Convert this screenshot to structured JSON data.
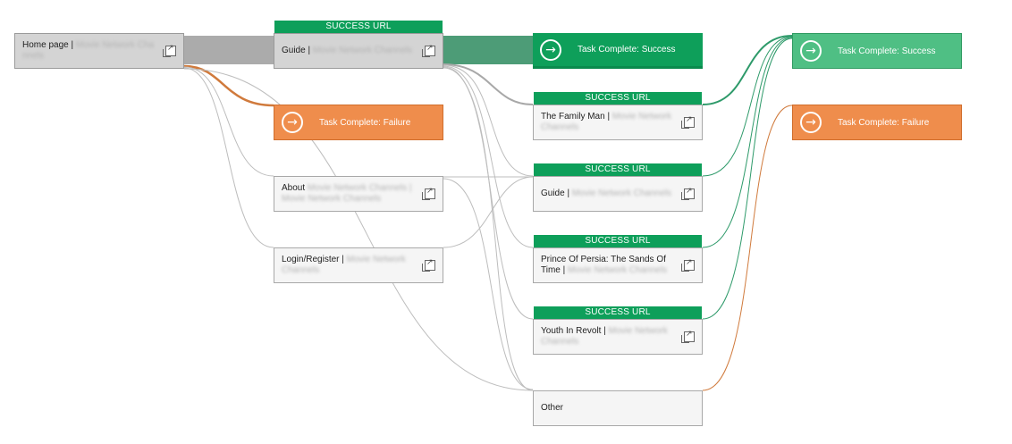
{
  "nodes": {
    "home": {
      "label": "Home page |",
      "blur": "Movie Network Cha nnels"
    },
    "guide_main": {
      "label": "Guide |",
      "blur": "Movie Network Channels",
      "tag": "SUCCESS URL"
    },
    "failure_1": {
      "label": "Task Complete: Failure"
    },
    "about": {
      "label": "About",
      "blur": "Movie Network Channels | Movie Network Channels"
    },
    "login": {
      "label": "Login/Register |",
      "blur": "Movie Network Channels"
    },
    "success_1": {
      "label": "Task Complete: Success"
    },
    "family_man": {
      "label": "The Family Man |",
      "blur": "Movie Network Channels",
      "tag": "SUCCESS URL"
    },
    "guide_2": {
      "label": "Guide |",
      "blur": "Movie Network Channels",
      "tag": "SUCCESS URL"
    },
    "prince": {
      "label": "Prince Of Persia: The Sands Of Time |",
      "blur": "Movie Network Channels",
      "tag": "SUCCESS URL"
    },
    "youth": {
      "label": "Youth In Revolt |",
      "blur": "Movie Network Channels",
      "tag": "SUCCESS URL"
    },
    "other": {
      "label": "Other"
    },
    "success_final": {
      "label": "Task Complete: Success"
    },
    "failure_final": {
      "label": "Task Complete: Failure"
    }
  },
  "icons": {
    "external_link": "external-link-icon",
    "arrow": "arrow-right-circle-icon"
  },
  "colors": {
    "success": "#0e9f5a",
    "success_light": "#4fbf84",
    "failure": "#ef8d4c",
    "link_gray": "#b5b5b5",
    "link_green": "#2e9a6a",
    "link_orange": "#d07a3c"
  }
}
